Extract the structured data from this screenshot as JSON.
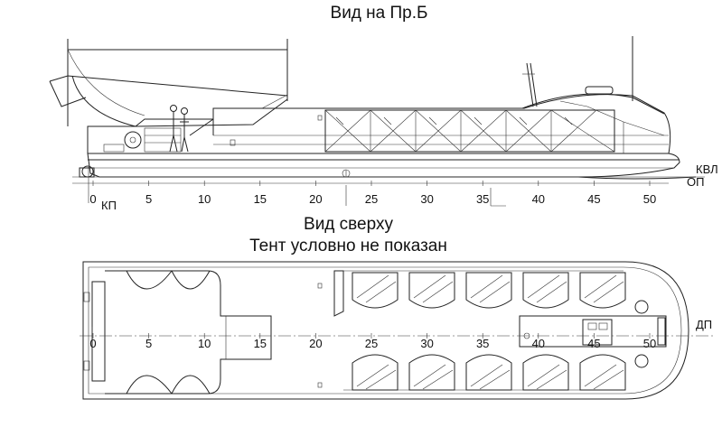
{
  "titles": {
    "side_view": "Вид на Пр.Б",
    "top_view": "Вид сверху",
    "top_view_note": "Тент условно не показан"
  },
  "side_view": {
    "frame_ticks": [
      "0",
      "5",
      "10",
      "15",
      "20",
      "25",
      "30",
      "35",
      "40",
      "45",
      "50"
    ],
    "labels": {
      "kp": "КП",
      "kvl": "КВЛ",
      "op": "ОП"
    }
  },
  "top_view": {
    "frame_ticks": [
      "0",
      "5",
      "10",
      "15",
      "20",
      "25",
      "30",
      "35",
      "40",
      "45",
      "50"
    ],
    "labels": {
      "dp": "ДП"
    }
  },
  "colors": {
    "line": "#222222",
    "background": "#ffffff"
  }
}
